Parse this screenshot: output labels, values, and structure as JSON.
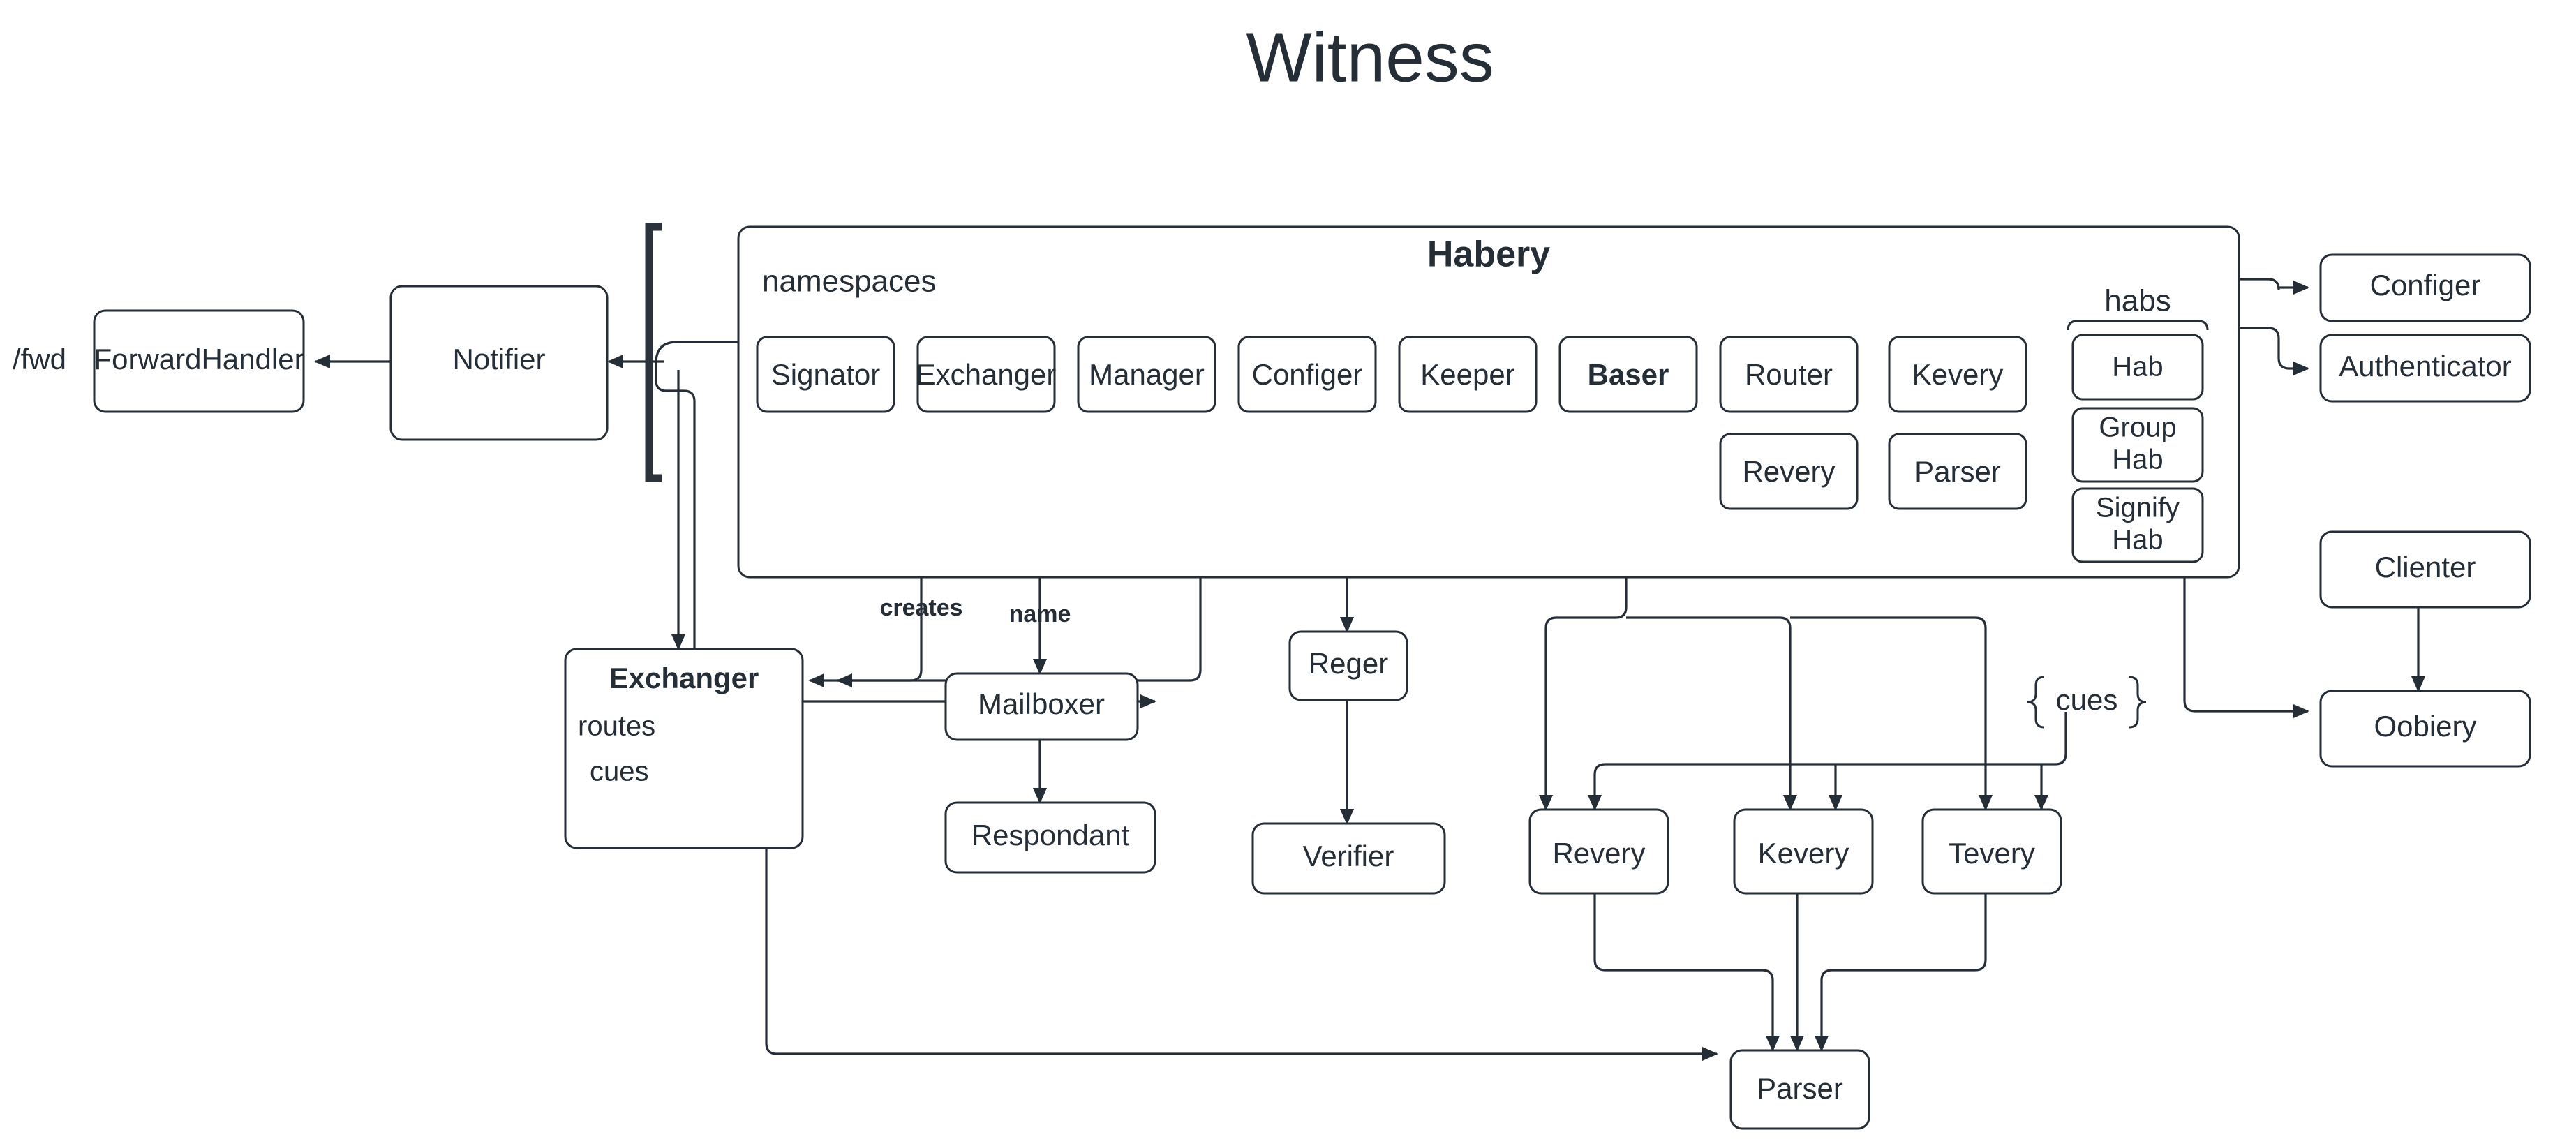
{
  "page": {
    "title": "Witness",
    "background_color": "#ffffff",
    "stroke_color": "#252d36"
  },
  "free_labels": {
    "fwd": "/fwd",
    "cues_brace": "cues"
  },
  "outer_nodes": {
    "forward_handler": "ForwardHandler",
    "notifier": "Notifier",
    "configer": "Configer",
    "authenticator": "Authenticator",
    "clienter": "Clienter",
    "oobiery": "Oobiery"
  },
  "habery": {
    "title": "Habery",
    "namespaces_label": "namespaces",
    "habs_label": "habs",
    "namespace_nodes": [
      {
        "label": "Signator",
        "bold": false
      },
      {
        "label": "Exchanger",
        "bold": false
      },
      {
        "label": "Manager",
        "bold": false
      },
      {
        "label": "Configer",
        "bold": false
      },
      {
        "label": "Keeper",
        "bold": false
      },
      {
        "label": "Baser",
        "bold": true
      }
    ],
    "stacked_nodes": [
      {
        "top": "Router",
        "bottom": "Revery"
      },
      {
        "top": "Kevery",
        "bottom": "Parser"
      }
    ],
    "hab_nodes": [
      {
        "line1": "Hab",
        "line2": ""
      },
      {
        "line1": "Group",
        "line2": "Hab"
      },
      {
        "line1": "Signify",
        "line2": "Hab"
      }
    ]
  },
  "lower_nodes": {
    "exchanger": {
      "title": "Exchanger",
      "attributes": [
        "routes",
        "cues"
      ]
    },
    "mailboxer": "Mailboxer",
    "respondant": "Respondant",
    "reger": "Reger",
    "verifier": "Verifier",
    "revery": "Revery",
    "kevery": "Kevery",
    "tevery": "Tevery",
    "parser": "Parser"
  },
  "edge_labels": {
    "creates": "creates",
    "name": "name"
  }
}
